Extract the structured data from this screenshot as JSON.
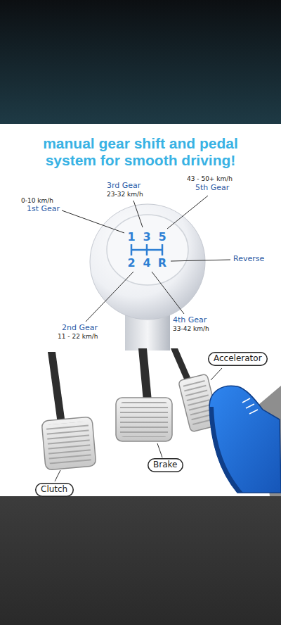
{
  "diagram": {
    "title": "manual gear shift and pedal system for smooth driving!",
    "nodes": [
      {
        "text": [
          "Accelerator"
        ]
      },
      {
        "text": [
          "Brake"
        ]
      },
      {
        "text": [
          "Clutch"
        ]
      }
    ],
    "labels": [
      "0-10 km/h",
      "1st Gear",
      "3rd Gear",
      "23-32 km/h",
      "43 - 50+ km/h",
      "5th Gear",
      "Reverse",
      "4th Gear",
      "33-42 km/h",
      "2nd Gear",
      "11 - 22 km/h",
      "1",
      "3",
      "5",
      "2",
      "4",
      "R"
    ]
  }
}
